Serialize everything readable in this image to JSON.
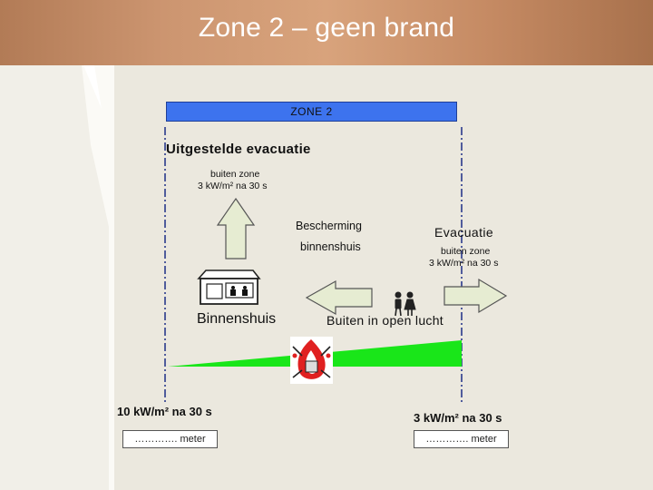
{
  "slide": {
    "title": "Zone 2 – geen brand"
  },
  "zone_bar": {
    "label": "ZONE 2",
    "color": "#3d73ee"
  },
  "delayed_evacuation": {
    "heading": "Uitgestelde evacuatie",
    "line1": "buiten zone",
    "line2": "3 kW/m² na 30 s"
  },
  "protection": {
    "line1": "Bescherming",
    "line2": "binnenshuis"
  },
  "evacuation": {
    "heading": "Evacuatie",
    "line1": "buiten zone",
    "line2": "3 kW/m² na 30 s"
  },
  "labels": {
    "indoors": "Binnenshuis",
    "outdoors": "Buiten in open lucht"
  },
  "thresholds": {
    "left": "10 kW/m² na 30 s",
    "right": "3 kW/m² na 30 s"
  },
  "distance_boxes": {
    "left": "…………. meter",
    "right": "…………. meter"
  },
  "colors": {
    "header": "#c58a63",
    "arrow_fill": "#e6ecd2",
    "intensity_wedge": "#19e619",
    "dashed_line": "#2a3a8c"
  }
}
